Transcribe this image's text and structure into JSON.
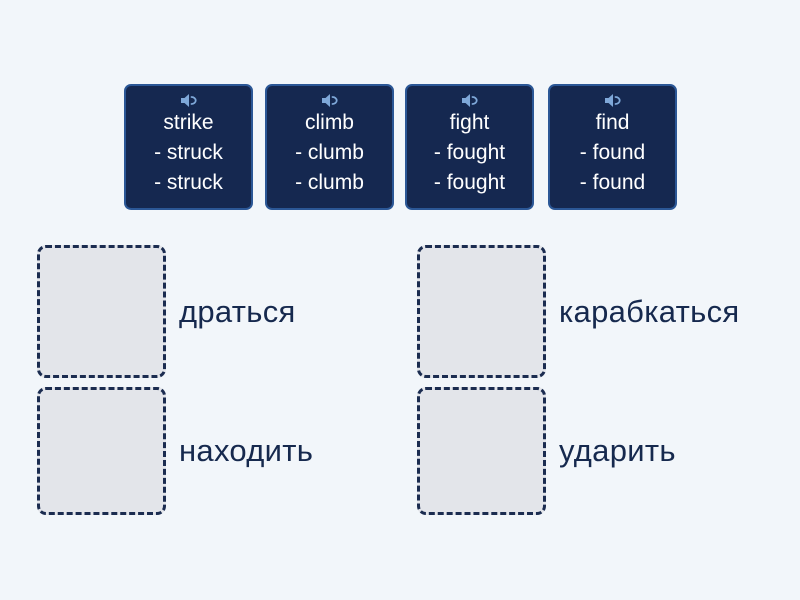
{
  "colors": {
    "background": "#f2f6fa",
    "card_background": "#152850",
    "card_border": "#2b5796",
    "card_text": "#ffffff",
    "speaker_icon": "#7fa8d9",
    "dropzone_background": "#e3e5ea",
    "dropzone_border": "#1b2c50",
    "label_text": "#16294e"
  },
  "cards": [
    {
      "word": "strike",
      "form2": "- struck",
      "form3": "- struck",
      "icon": "speaker-icon"
    },
    {
      "word": "climb",
      "form2": "- clumb",
      "form3": "- clumb",
      "icon": "speaker-icon"
    },
    {
      "word": "fight",
      "form2": "- fought",
      "form3": "- fought",
      "icon": "speaker-icon"
    },
    {
      "word": "find",
      "form2": "- found",
      "form3": "- found",
      "icon": "speaker-icon"
    }
  ],
  "targets": [
    {
      "label": "драться"
    },
    {
      "label": "карабкаться"
    },
    {
      "label": "находить"
    },
    {
      "label": "ударить"
    }
  ]
}
